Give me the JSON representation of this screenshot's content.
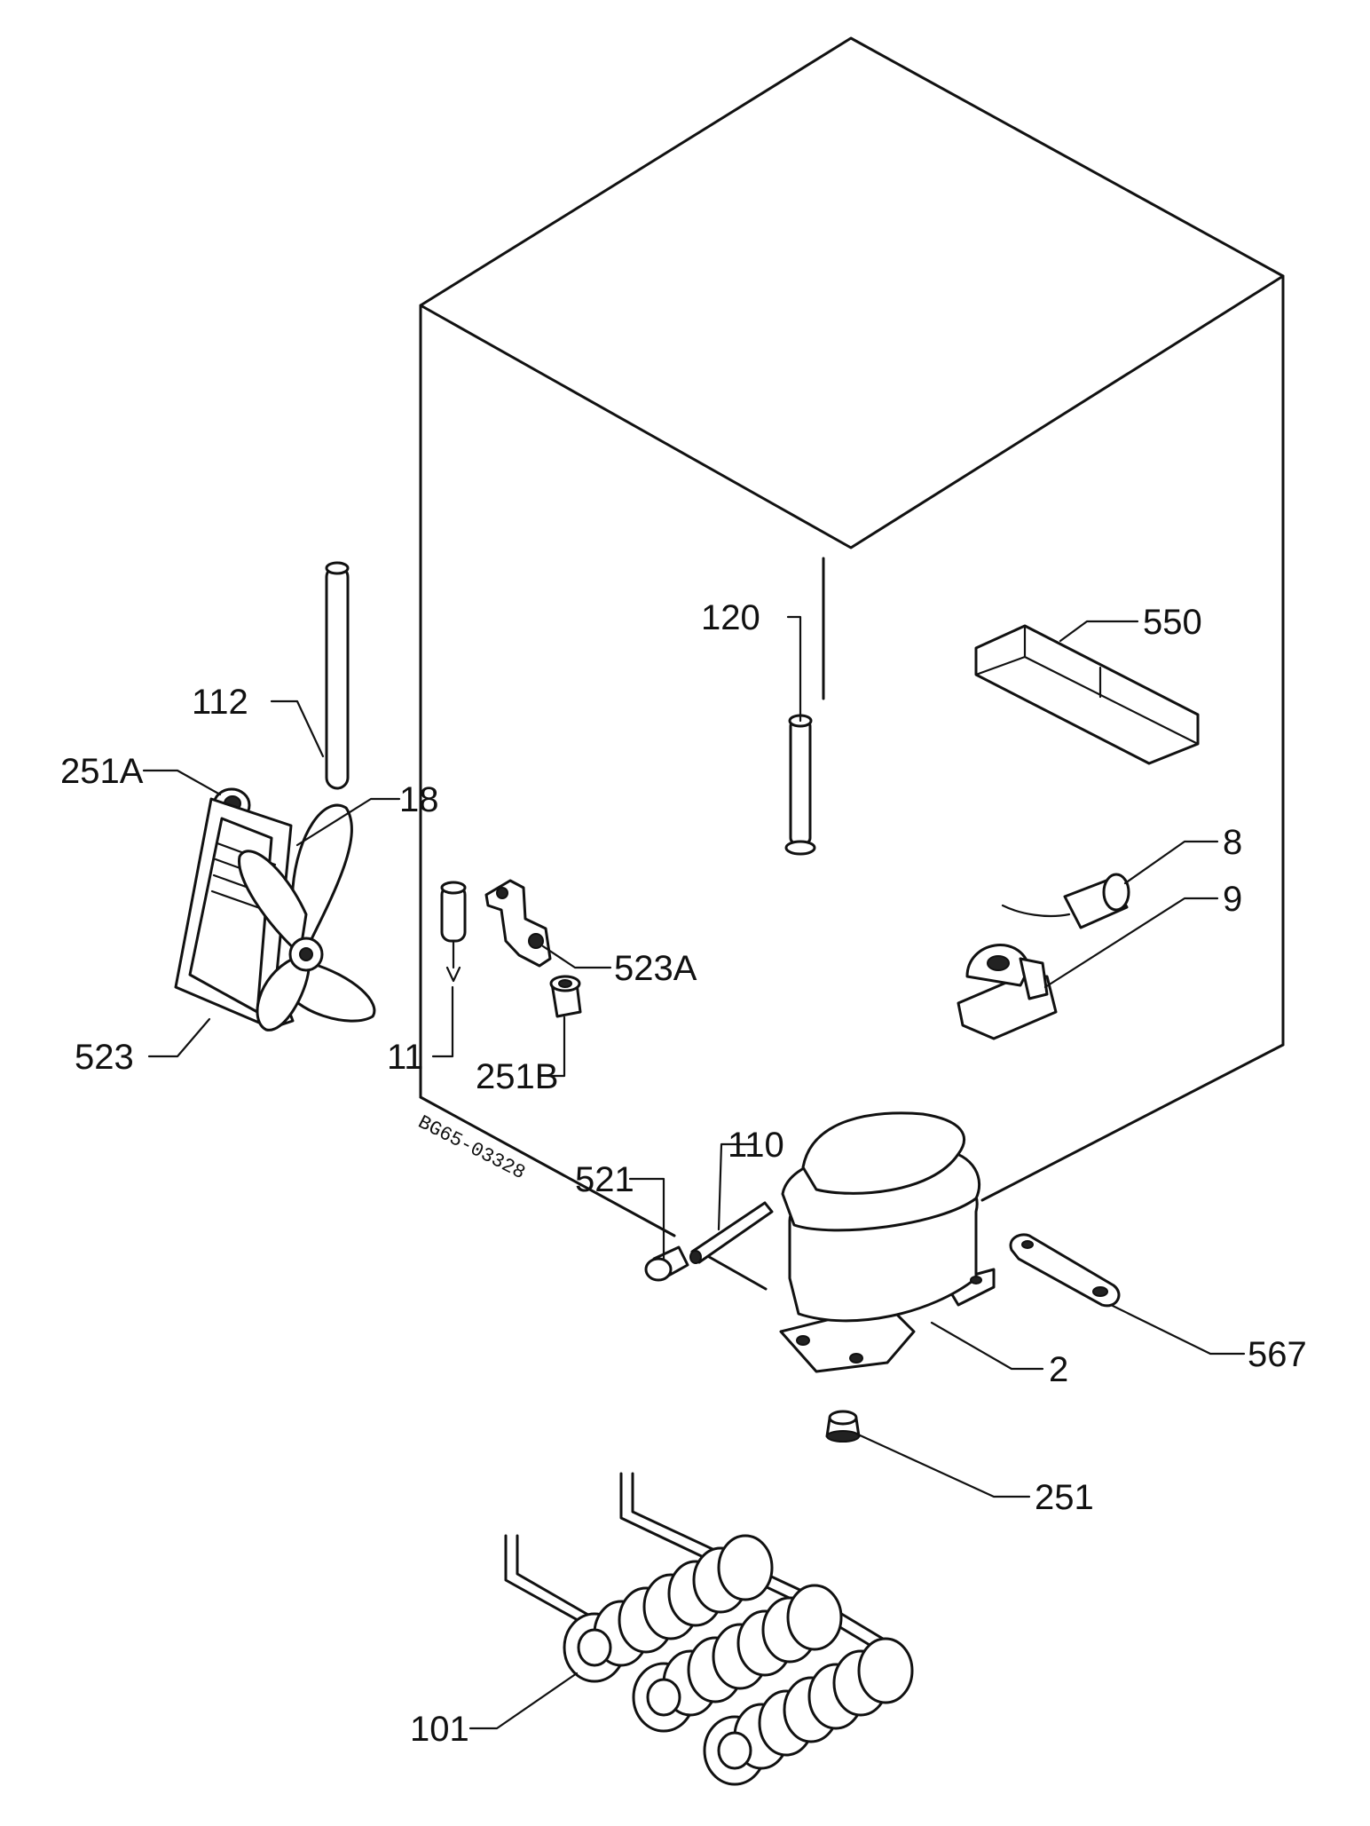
{
  "drawing_code": "BG65-03328",
  "labels": {
    "p112": "112",
    "p251A": "251A",
    "p18": "18",
    "p523": "523",
    "p11": "11",
    "p251B": "251B",
    "p523A": "523A",
    "p120": "120",
    "p550": "550",
    "p8": "8",
    "p9": "9",
    "p521": "521",
    "p110": "110",
    "p2": "2",
    "p567": "567",
    "p251": "251",
    "p101": "101"
  }
}
